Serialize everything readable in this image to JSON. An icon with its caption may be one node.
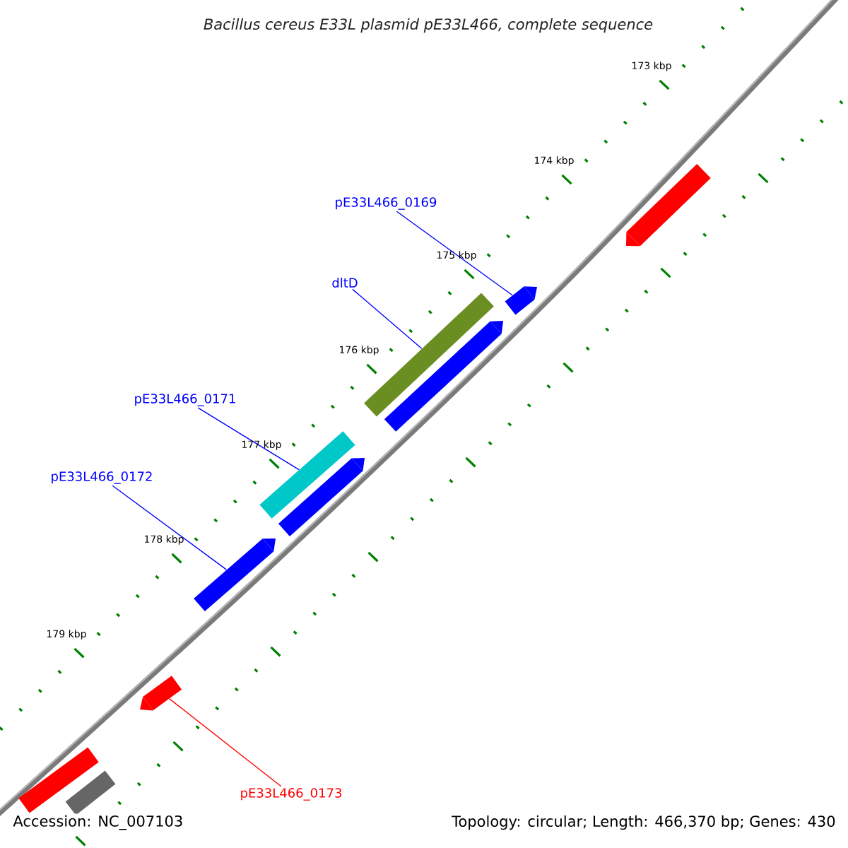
{
  "diagram": {
    "title": "*Bacillus cereus* E33L plasmid pE33L466, complete sequence",
    "nodes": [
      {
        "text": [
          "pE33L466_0169"
        ]
      },
      {
        "text": [
          "dltD"
        ]
      },
      {
        "text": [
          "pE33L466_0171"
        ]
      },
      {
        "text": [
          "pE33L466_0172"
        ]
      },
      {
        "text": [
          "pE33L466_0173"
        ]
      },
      {
        "text": [],
        "shape": "bar"
      },
      {
        "text": [],
        "shape": "bar"
      },
      {
        "text": [],
        "shape": "bar"
      },
      {
        "text": [],
        "shape": "bar"
      },
      {
        "text": [],
        "shape": "bar"
      },
      {
        "text": [],
        "shape": "bar"
      },
      {
        "text": [],
        "shape": "bar"
      },
      {
        "text": [],
        "shape": "bar"
      },
      {
        "text": [],
        "shape": "bar"
      },
      {
        "text": [],
        "shape": "bar"
      }
    ],
    "edges": [
      {
        "from": 0,
        "to": 6,
        "arrow": "none"
      },
      {
        "from": 1,
        "to": 7,
        "arrow": "none"
      },
      {
        "from": 2,
        "to": 9,
        "arrow": "none"
      },
      {
        "from": 3,
        "to": 11,
        "arrow": "none"
      },
      {
        "from": 4,
        "to": 12,
        "arrow": "none",
        "color": "#ff0000"
      }
    ],
    "labels": [
      "173 kbp",
      "174 kbp",
      "175 kbp",
      "176 kbp",
      "177 kbp",
      "178 kbp",
      "179 kbp",
      "Accession: NC_007103",
      "Topology: circular; Length: 466,370 bp; Genes: 430"
    ]
  }
}
